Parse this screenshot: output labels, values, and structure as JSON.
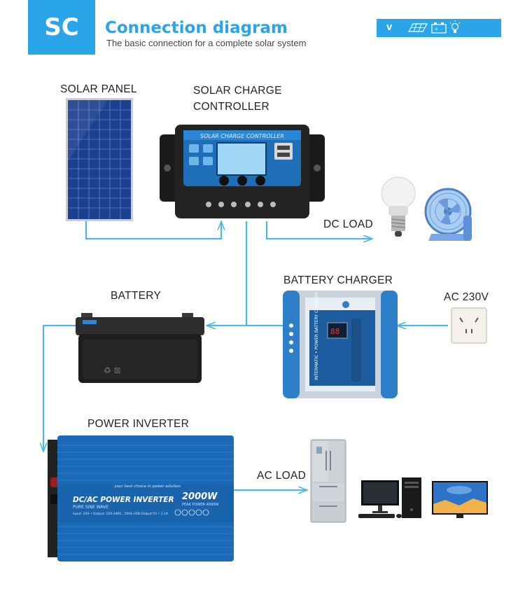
{
  "header": {
    "badge": "SC",
    "title": "Connection diagram",
    "subtitle": "The basic connection for a complete solar system",
    "bar_letter": "v"
  },
  "labels": {
    "solar_panel": "SOLAR PANEL",
    "controller_line1": "SOLAR CHARGE",
    "controller_line2": "CONTROLLER",
    "dc_load": "DC LOAD",
    "battery_charger": "BATTERY CHARGER",
    "battery": "BATTERY",
    "ac_230v": "AC 230V",
    "power_inverter": "POWER INVERTER",
    "ac_load": "AC LOAD"
  },
  "devices": {
    "controller_panel_text": "SOLAR CHARGE CONTROLLER",
    "inverter_name": "DC/AC POWER INVERTER",
    "inverter_tagline": "your best choice in power solution",
    "inverter_wave": "PURE SINE WAVE",
    "inverter_power": "2000W",
    "inverter_peak": "PEAK POWER 4000W",
    "inverter_spec_line": "Input: 24V • Output: 220-240V , 50Hz  USB Output:5V • 2.1A",
    "charger_brand": "INTERMATIC • POWER BATTERY CHARGER"
  },
  "colors": {
    "accent": "#2aa6e8",
    "wire": "#4fb5ea",
    "panel_blue": "#1d4fa0",
    "controller_body": "#1c1c1c",
    "controller_face": "#1f6fb8",
    "inverter_blue": "#1a6ab8",
    "charger_blue": "#2d7fc7"
  }
}
